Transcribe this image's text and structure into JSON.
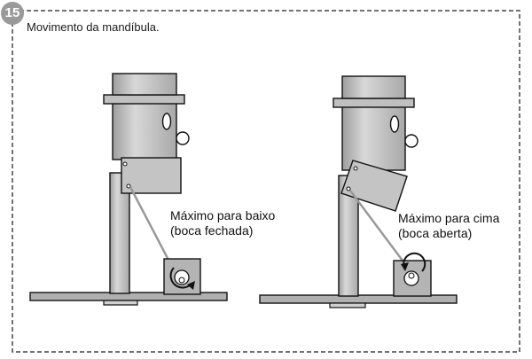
{
  "figure": {
    "step_number": "15",
    "caption": "Movimento da mandíbula.",
    "left_panel": {
      "label_line1": "Máximo para baixo",
      "label_line2": "(boca fechada)",
      "state": "closed"
    },
    "right_panel": {
      "label_line1": "Máximo para cima",
      "label_line2": "(boca aberta)",
      "state": "open"
    }
  },
  "colors": {
    "frame": "#444444",
    "metal_fill": "#c8c8c8",
    "metal_dark": "#9e9e9e",
    "stroke": "#111111",
    "badge": "#9a9a9a"
  }
}
